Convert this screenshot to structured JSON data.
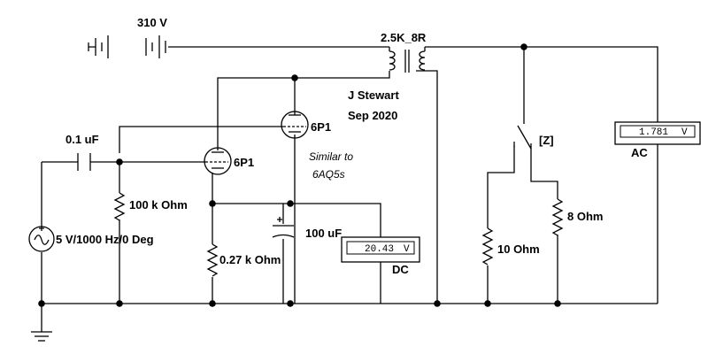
{
  "labels": {
    "battery": "310 V",
    "transformer": "2.5K_8R",
    "author": "J Stewart",
    "date": "Sep 2020",
    "note_line1": "Similar to",
    "note_line2": "6AQ5s",
    "cap_input": "0.1 uF",
    "r_grid": "100 k Ohm",
    "source": "5 V/1000 Hz/0 Deg",
    "tube_upper": "6P1",
    "tube_lower": "6P1",
    "r_cathode": "0.27 k Ohm",
    "cap_cathode": "100 uF",
    "switch": "[Z]",
    "r_load_a": "10  Ohm",
    "r_load_b": "8  Ohm"
  },
  "meters": {
    "dc_value": "20.43",
    "dc_unit": "V",
    "dc_mode": "DC",
    "ac_value": "1.781",
    "ac_unit": "V",
    "ac_mode": "AC"
  }
}
